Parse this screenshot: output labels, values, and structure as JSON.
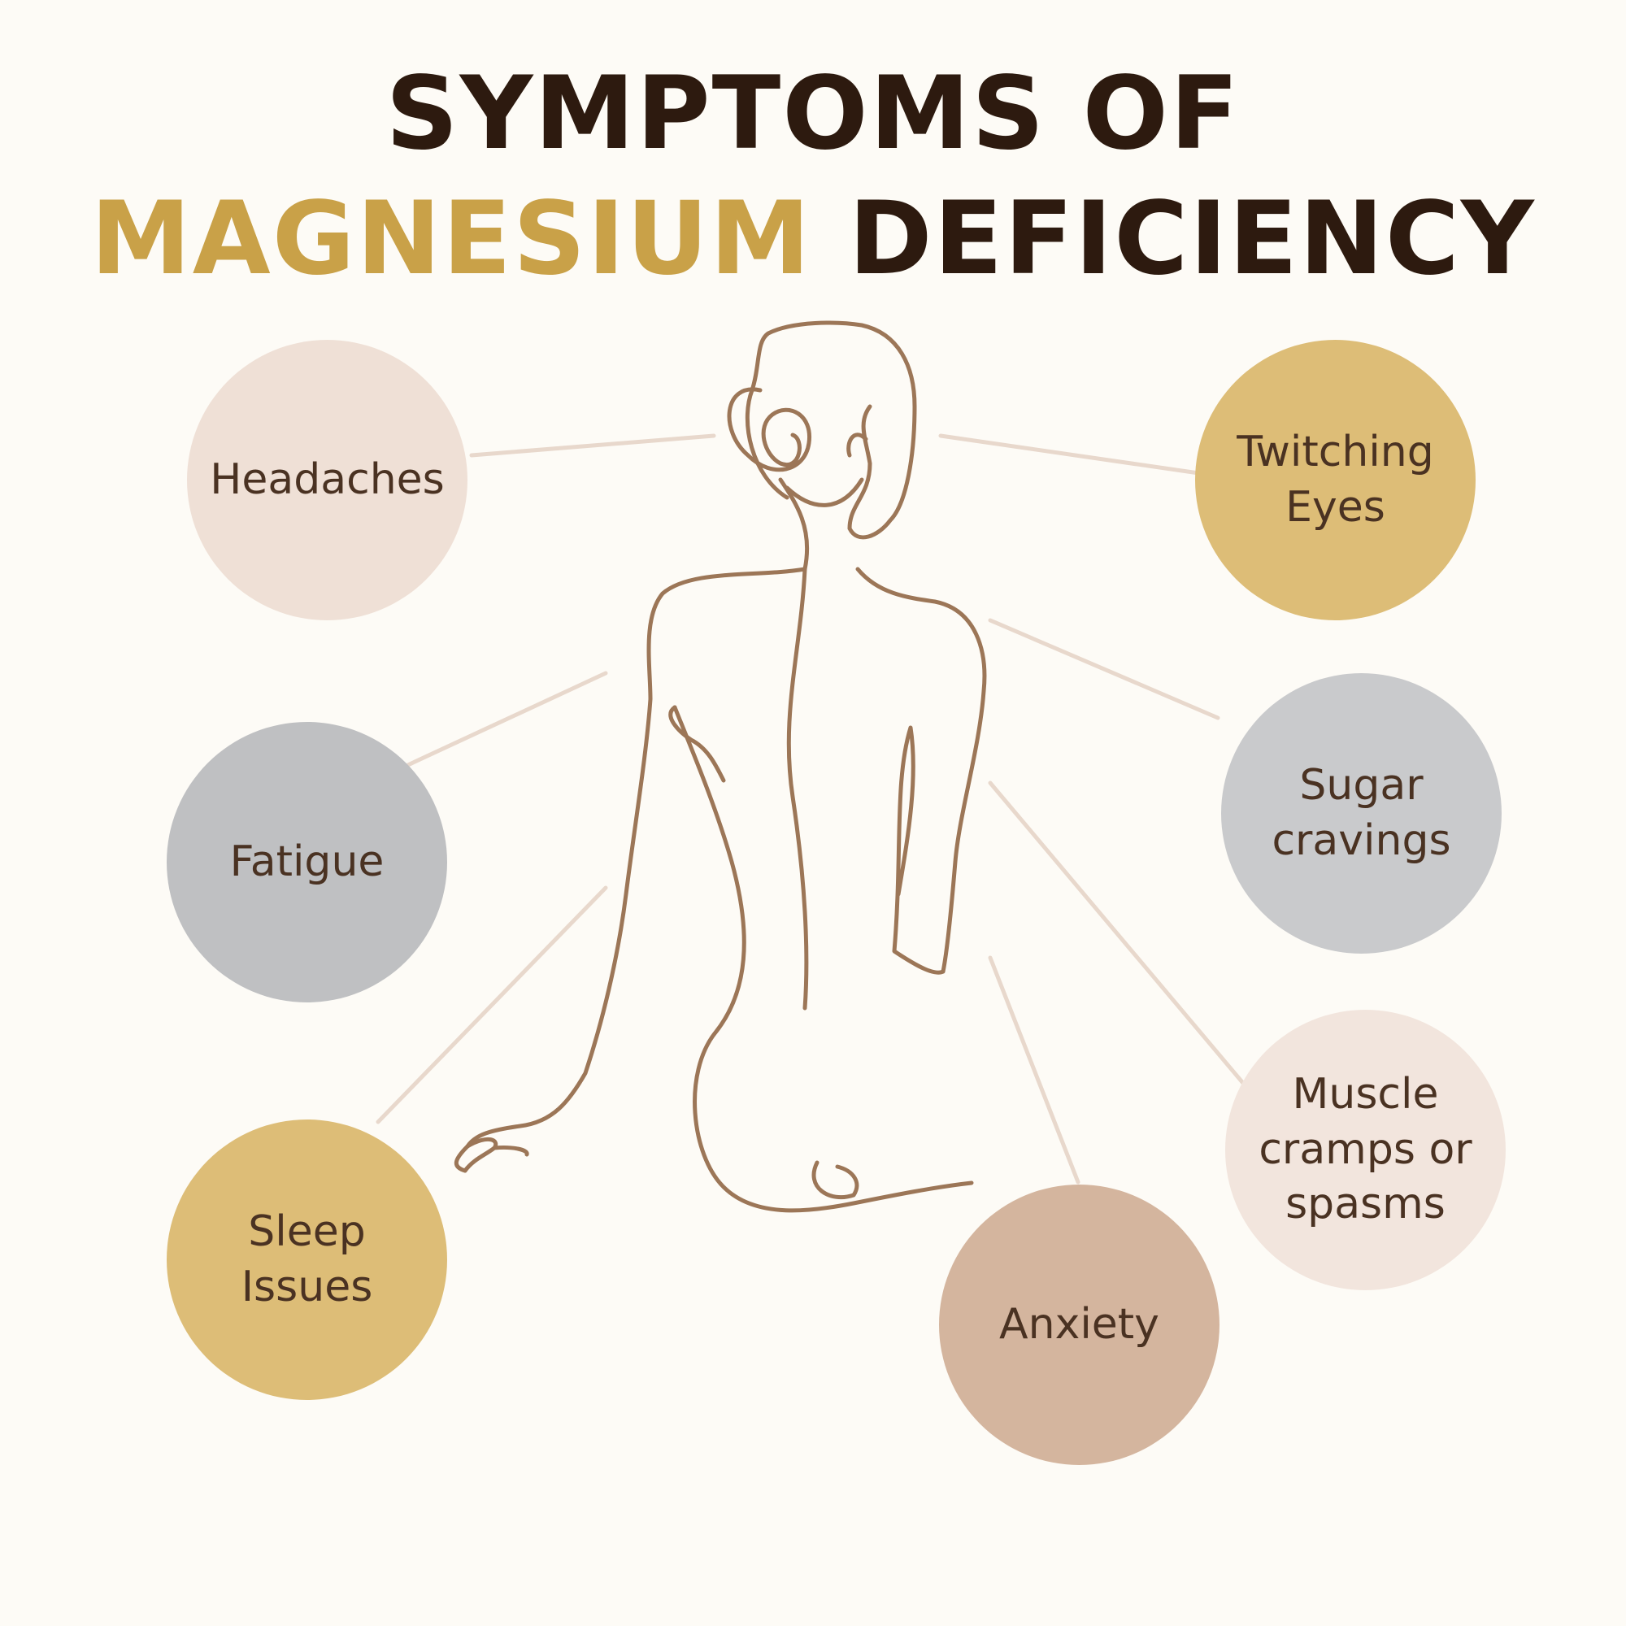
{
  "title": {
    "line1": "SYMPTOMS OF",
    "line2_accent": "MAGNESIUM",
    "line2_rest": "DEFICIENCY"
  },
  "colors": {
    "background": "#fdfbf6",
    "title_dark": "#2d1a0f",
    "title_accent": "#c9a148",
    "line": "#9c7657",
    "connector": "#e8d8cc",
    "text": "#4a3222"
  },
  "symptoms": [
    {
      "id": "headaches",
      "lines": [
        "Headaches"
      ],
      "color": "#efe0d6"
    },
    {
      "id": "fatigue",
      "lines": [
        "Fatigue"
      ],
      "color": "#bfc0c2"
    },
    {
      "id": "sleep-issues",
      "lines": [
        "Sleep",
        "Issues"
      ],
      "color": "#ddbd77"
    },
    {
      "id": "twitching-eyes",
      "lines": [
        "Twitching",
        "Eyes"
      ],
      "color": "#ddbd77"
    },
    {
      "id": "sugar-cravings",
      "lines": [
        "Sugar",
        "cravings"
      ],
      "color": "#c9cacc"
    },
    {
      "id": "muscle-cramps",
      "lines": [
        "Muscle",
        "cramps or",
        "spasms"
      ],
      "color": "#f2e5dd"
    },
    {
      "id": "anxiety",
      "lines": [
        "Anxiety"
      ],
      "color": "#d4b59e"
    }
  ]
}
